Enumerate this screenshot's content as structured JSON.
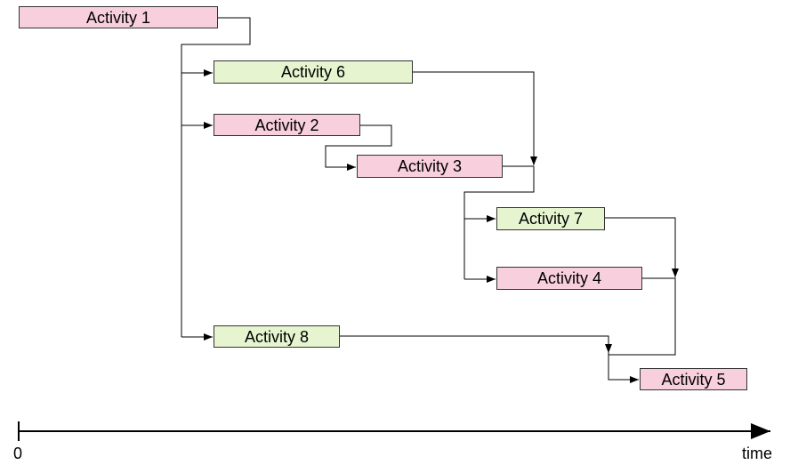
{
  "colors": {
    "critical_fill": "#f8cfdc",
    "noncritical_fill": "#e6f5d0",
    "border": "#333333",
    "line": "#000000"
  },
  "activities": [
    {
      "id": "a1",
      "label": "Activity 1",
      "critical": true
    },
    {
      "id": "a6",
      "label": "Activity 6",
      "critical": false
    },
    {
      "id": "a2",
      "label": "Activity 2",
      "critical": true
    },
    {
      "id": "a3",
      "label": "Activity 3",
      "critical": true
    },
    {
      "id": "a7",
      "label": "Activity 7",
      "critical": false
    },
    {
      "id": "a4",
      "label": "Activity 4",
      "critical": true
    },
    {
      "id": "a8",
      "label": "Activity 8",
      "critical": false
    },
    {
      "id": "a5",
      "label": "Activity 5",
      "critical": true
    }
  ],
  "axis": {
    "origin_label": "0",
    "end_label": "time"
  }
}
